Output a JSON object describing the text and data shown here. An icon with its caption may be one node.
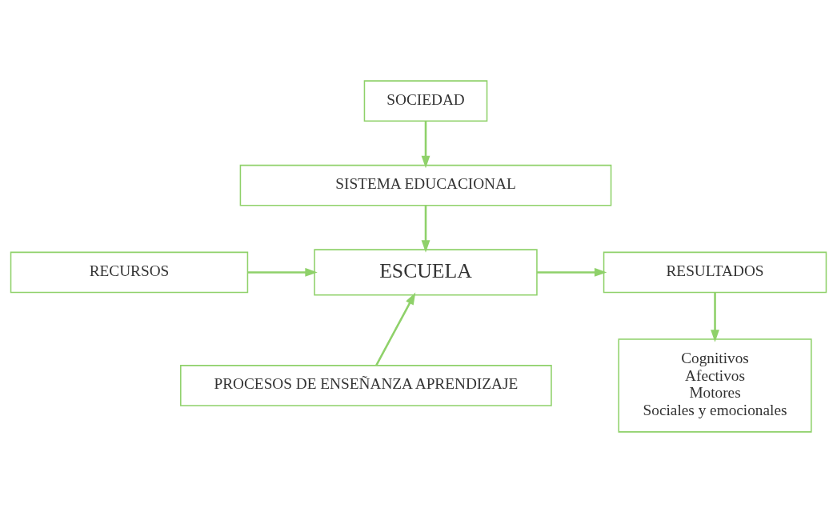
{
  "diagram": {
    "nodes": [
      {
        "text": [
          "SOCIEDAD"
        ]
      },
      {
        "text": [
          "SISTEMA EDUCACIONAL"
        ]
      },
      {
        "text": [
          "RECURSOS"
        ]
      },
      {
        "text": [
          "ESCUELA"
        ]
      },
      {
        "text": [
          "RESULTADOS"
        ]
      },
      {
        "text": [
          "PROCESOS DE ENSEÑANZA APRENDIZAJE"
        ]
      },
      {
        "text": [
          "Cognitivos",
          "Afectivos",
          "Motores",
          "Sociales y emocionales"
        ]
      }
    ],
    "edges": [
      {
        "from": 0,
        "to": 1,
        "arrow": "to"
      },
      {
        "from": 1,
        "to": 3,
        "arrow": "to"
      },
      {
        "from": 2,
        "to": 3,
        "arrow": "to"
      },
      {
        "from": 3,
        "to": 4,
        "arrow": "to"
      },
      {
        "from": 5,
        "to": 3,
        "arrow": "to"
      },
      {
        "from": 4,
        "to": 6,
        "arrow": "to"
      }
    ]
  }
}
